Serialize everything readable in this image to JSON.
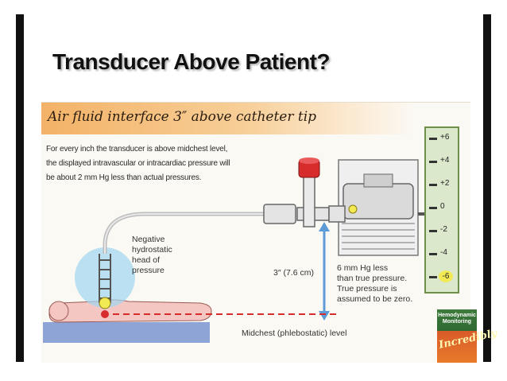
{
  "slide": {
    "title": "Transducer Above Patient?"
  },
  "figure": {
    "banner": "Air fluid interface 3″ above catheter tip",
    "description": [
      "For every inch the transducer is above midchest level,",
      "the displayed intravascular or intracardiac pressure will",
      "be about 2 mm Hg less than actual pressures."
    ],
    "negative_label": [
      "Negative",
      "hydrostatic",
      "head of",
      "pressure"
    ],
    "distance_label": "3″ (7.6 cm)",
    "pressure_note": [
      "6 mm Hg less",
      "than true pressure.",
      "True pressure is",
      "assumed to be zero."
    ],
    "midchest_label": "Midchest (phlebostatic) level",
    "scale": [
      "+6",
      "+4",
      "+2",
      "0",
      "-2",
      "-4",
      "-6"
    ],
    "highlighted_value": "-6",
    "book": {
      "title": [
        "Hemodynamic",
        "Monitoring"
      ],
      "brand": "Incredibly"
    },
    "colors": {
      "banner_orange": "#f3b267",
      "scale_green": "#dce8cc",
      "arrow_blue": "#5c9bd6",
      "highlight_yellow": "#f1ea55",
      "cap_red": "#d62c2c"
    }
  }
}
